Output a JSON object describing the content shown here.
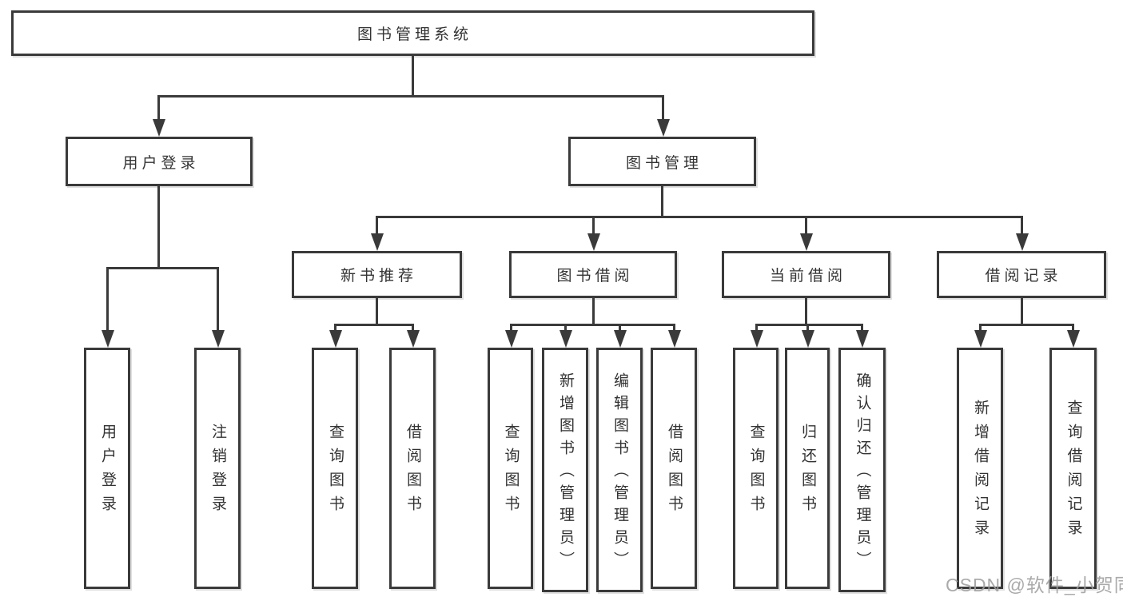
{
  "diagram_title": "图书管理系统",
  "colors": {
    "line": "#3a3a3a",
    "node_border": "#3a3a3a",
    "text": "#333333",
    "background": "#ffffff",
    "watermark": "#9e9e9e"
  },
  "watermark": {
    "text": "CSDN @软件_小贺同学"
  },
  "tree": {
    "label": "图书管理系统",
    "children": [
      {
        "label": "用户登录",
        "children": [
          {
            "label": "用户登录"
          },
          {
            "label": "注销登录"
          }
        ]
      },
      {
        "label": "图书管理",
        "children": [
          {
            "label": "新书推荐",
            "children": [
              {
                "label": "查询图书"
              },
              {
                "label": "借阅图书"
              }
            ]
          },
          {
            "label": "图书借阅",
            "children": [
              {
                "label": "查询图书"
              },
              {
                "label": "新增图书（管理员）"
              },
              {
                "label": "编辑图书（管理员）"
              },
              {
                "label": "借阅图书"
              }
            ]
          },
          {
            "label": "当前借阅",
            "children": [
              {
                "label": "查询图书"
              },
              {
                "label": "归还图书"
              },
              {
                "label": "确认归还（管理员）"
              }
            ]
          },
          {
            "label": "借阅记录",
            "children": [
              {
                "label": "新增借阅记录"
              },
              {
                "label": "查询借阅记录"
              }
            ]
          }
        ]
      }
    ]
  }
}
